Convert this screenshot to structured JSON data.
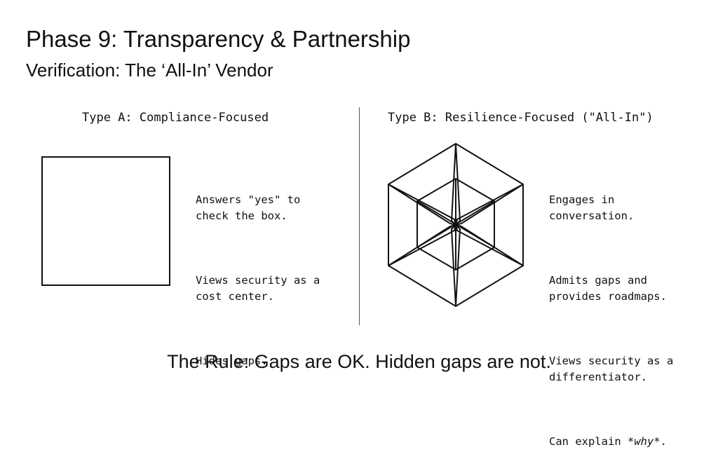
{
  "title": "Phase 9: Transparency & Partnership",
  "subtitle": "Verification: The ‘All-In’ Vendor",
  "type_a": {
    "heading": "Type A: Compliance-Focused",
    "icon": "square-icon",
    "points": [
      "Answers \"yes\" to\ncheck the box.",
      "Views security as a\ncost center.",
      "Hides gaps."
    ]
  },
  "type_b": {
    "heading": "Type B: Resilience-Focused (\"All-In\")",
    "icon": "tesseract-icon",
    "points": [
      "Engages in\nconversation.",
      "Admits gaps and\nprovides roadmaps.",
      "Views security as a\ndifferentiator."
    ],
    "last_point_prefix": "Can explain ",
    "last_point_emphasis": "*why*",
    "last_point_suffix": "."
  },
  "rule": "The Rule: Gaps are OK. Hidden gaps are not."
}
